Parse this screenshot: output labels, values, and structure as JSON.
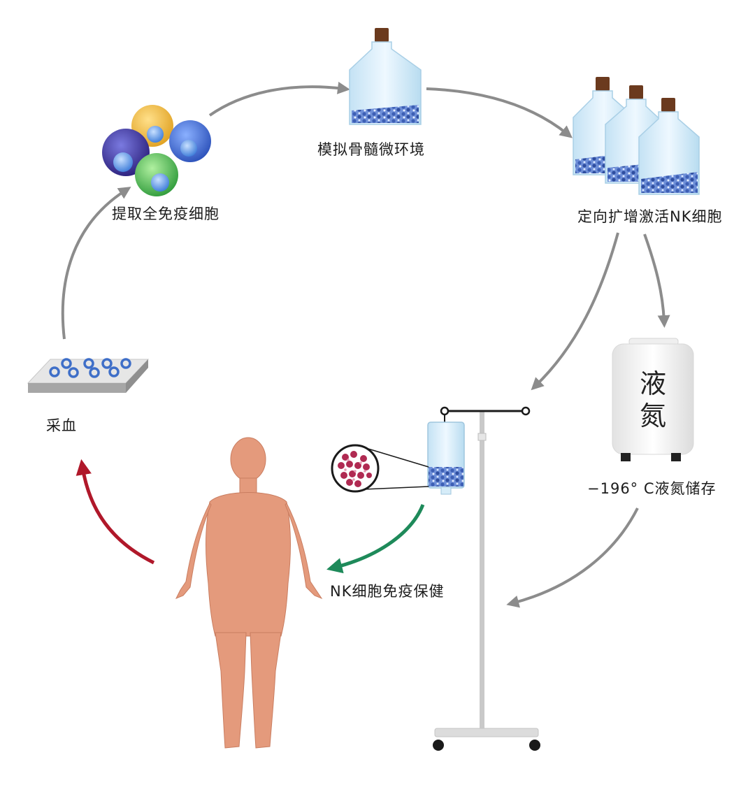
{
  "steps": {
    "blood_draw": "采血",
    "extract_cells": "提取全免疫细胞",
    "bone_marrow_env": "模拟骨髓微环境",
    "expand_activate": "定向扩增激活NK细胞",
    "storage": "−196° C液氮储存",
    "infusion": "NK细胞免疫保健"
  },
  "tank": {
    "line1": "液",
    "line2": "氮"
  },
  "colors": {
    "arrow_gray": "#8c8c8c",
    "arrow_red": "#b0182a",
    "arrow_green": "#1e8a5a",
    "skin": "#e49a7c",
    "flask": "#d6ecf8",
    "cap": "#6b3a1e",
    "cells": "#4a6fc0"
  }
}
